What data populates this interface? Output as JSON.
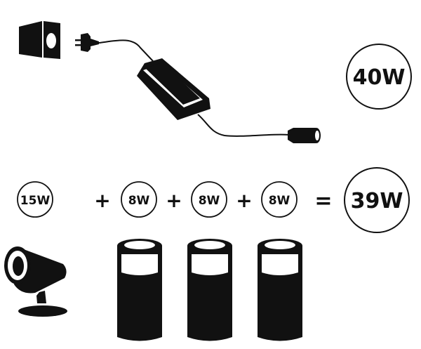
{
  "transformer": {
    "icon": "power-adapter-icon",
    "output_rating": "40W"
  },
  "equation": {
    "terms": [
      {
        "icon": "spotlight-icon",
        "wattage": "15W"
      },
      {
        "icon": "bollard-light-icon",
        "wattage": "8W"
      },
      {
        "icon": "bollard-light-icon",
        "wattage": "8W"
      },
      {
        "icon": "bollard-light-icon",
        "wattage": "8W"
      }
    ],
    "operators": [
      "+",
      "+",
      "+",
      "="
    ],
    "total": "39W"
  },
  "colors": {
    "ink": "#111111",
    "background": "#ffffff"
  }
}
